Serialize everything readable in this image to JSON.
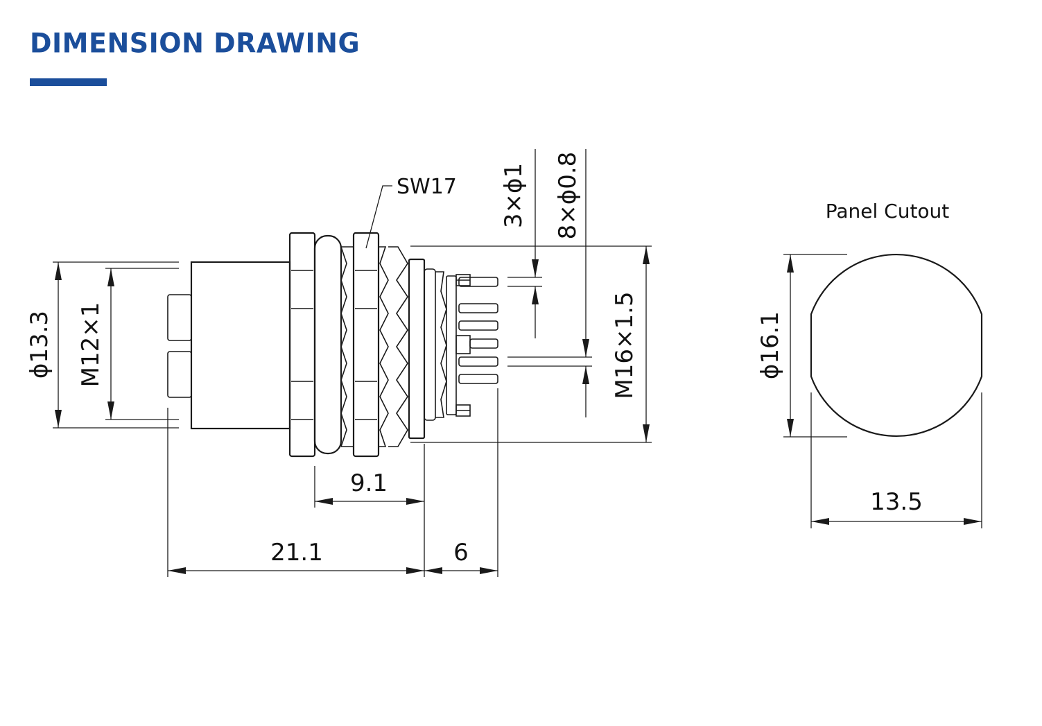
{
  "header": {
    "title": "DIMENSION DRAWING",
    "accent_color": "#1b4e9b"
  },
  "connector_view": {
    "wrench_label": "SW17",
    "dim_body_diameter": "ϕ13.3",
    "dim_coupling_thread": "M12×1",
    "dim_pcb_holes": "3×ϕ1",
    "dim_pin_holes": "8×ϕ0.8",
    "dim_panel_thread": "M16×1.5",
    "dim_thread_length": "9.1",
    "dim_front_length": "21.1",
    "dim_rear_length": "6"
  },
  "panel_cutout": {
    "title": "Panel Cutout",
    "dim_diameter": "ϕ16.1",
    "dim_flat_width": "13.5"
  }
}
